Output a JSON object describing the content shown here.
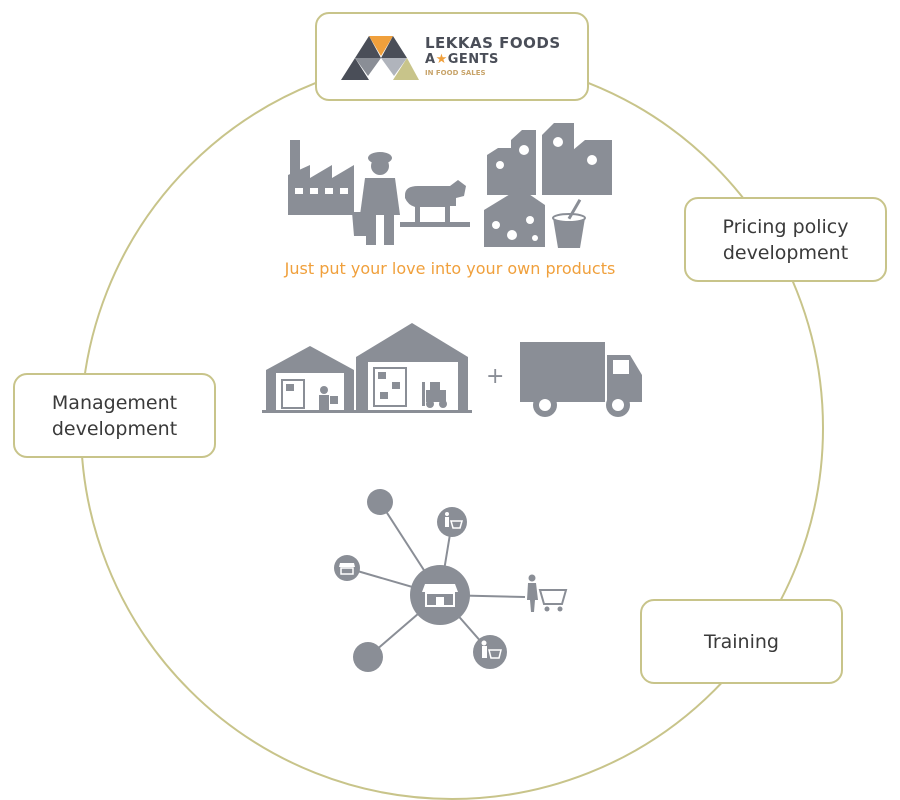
{
  "logo": {
    "line1": "LEKKAS FOODS",
    "line2_a": "A",
    "line2_b": "GENTS",
    "line3": "IN FOOD SALES"
  },
  "boxes": {
    "pricing": [
      "Pricing policy",
      "development"
    ],
    "management": [
      "Management",
      "development"
    ],
    "training": "Training"
  },
  "tagline": "Just put your love into your own products",
  "plus": "+",
  "colors": {
    "ring": "#c8c48a",
    "icon": "#8a8e96",
    "accent": "#f0a03c",
    "text": "#3a3a3a"
  },
  "icons": [
    "factory-icon",
    "farmer-icon",
    "cow-icon",
    "milk-carton-icon",
    "cheese-icon",
    "yogurt-icon",
    "warehouse-icon",
    "forklift-icon",
    "truck-icon",
    "store-icon",
    "shopper-cart-icon"
  ]
}
